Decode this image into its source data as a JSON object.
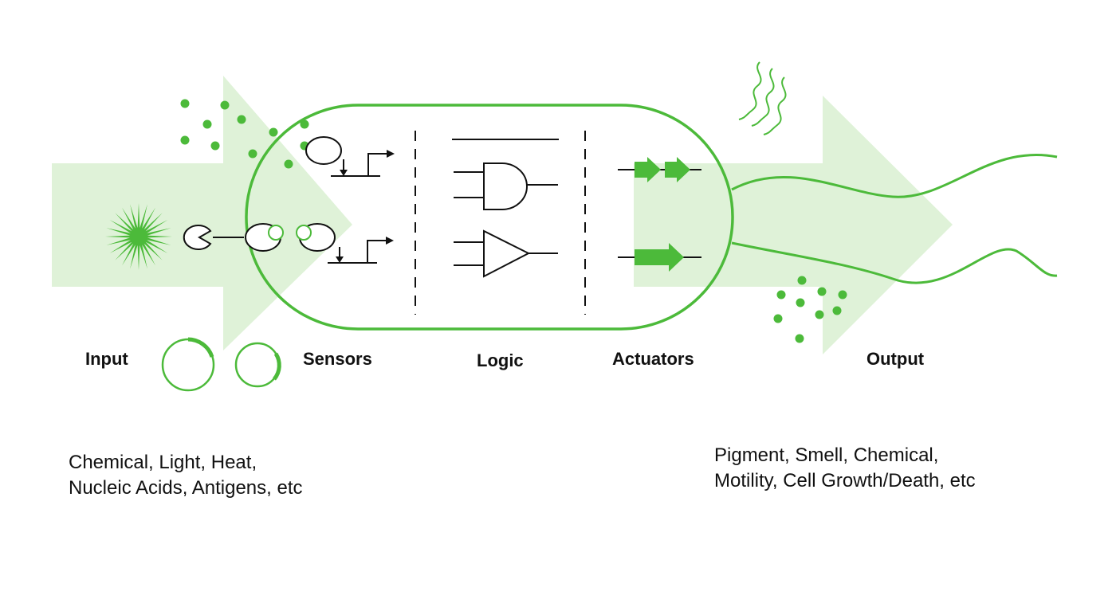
{
  "colors": {
    "accent_green": "#4cba3a",
    "light_green": "#dff2d8",
    "ink": "#111111"
  },
  "stages": {
    "input": "Input",
    "sensors": "Sensors",
    "logic": "Logic",
    "actuators": "Actuators",
    "output": "Output"
  },
  "input_examples": {
    "line1": "Chemical, Light, Heat,",
    "line2": "Nucleic Acids, Antigens, etc"
  },
  "output_examples": {
    "line1": "Pigment, Smell, Chemical,",
    "line2": "Motility, Cell Growth/Death, etc"
  },
  "icons": [
    "light-burst-icon",
    "receptor-icon",
    "promoter-arrow-icon",
    "and-gate-icon",
    "buffer-gate-icon",
    "gene-arrow-icon",
    "plasmid-icon",
    "smell-waves-icon",
    "flagella-icon"
  ]
}
